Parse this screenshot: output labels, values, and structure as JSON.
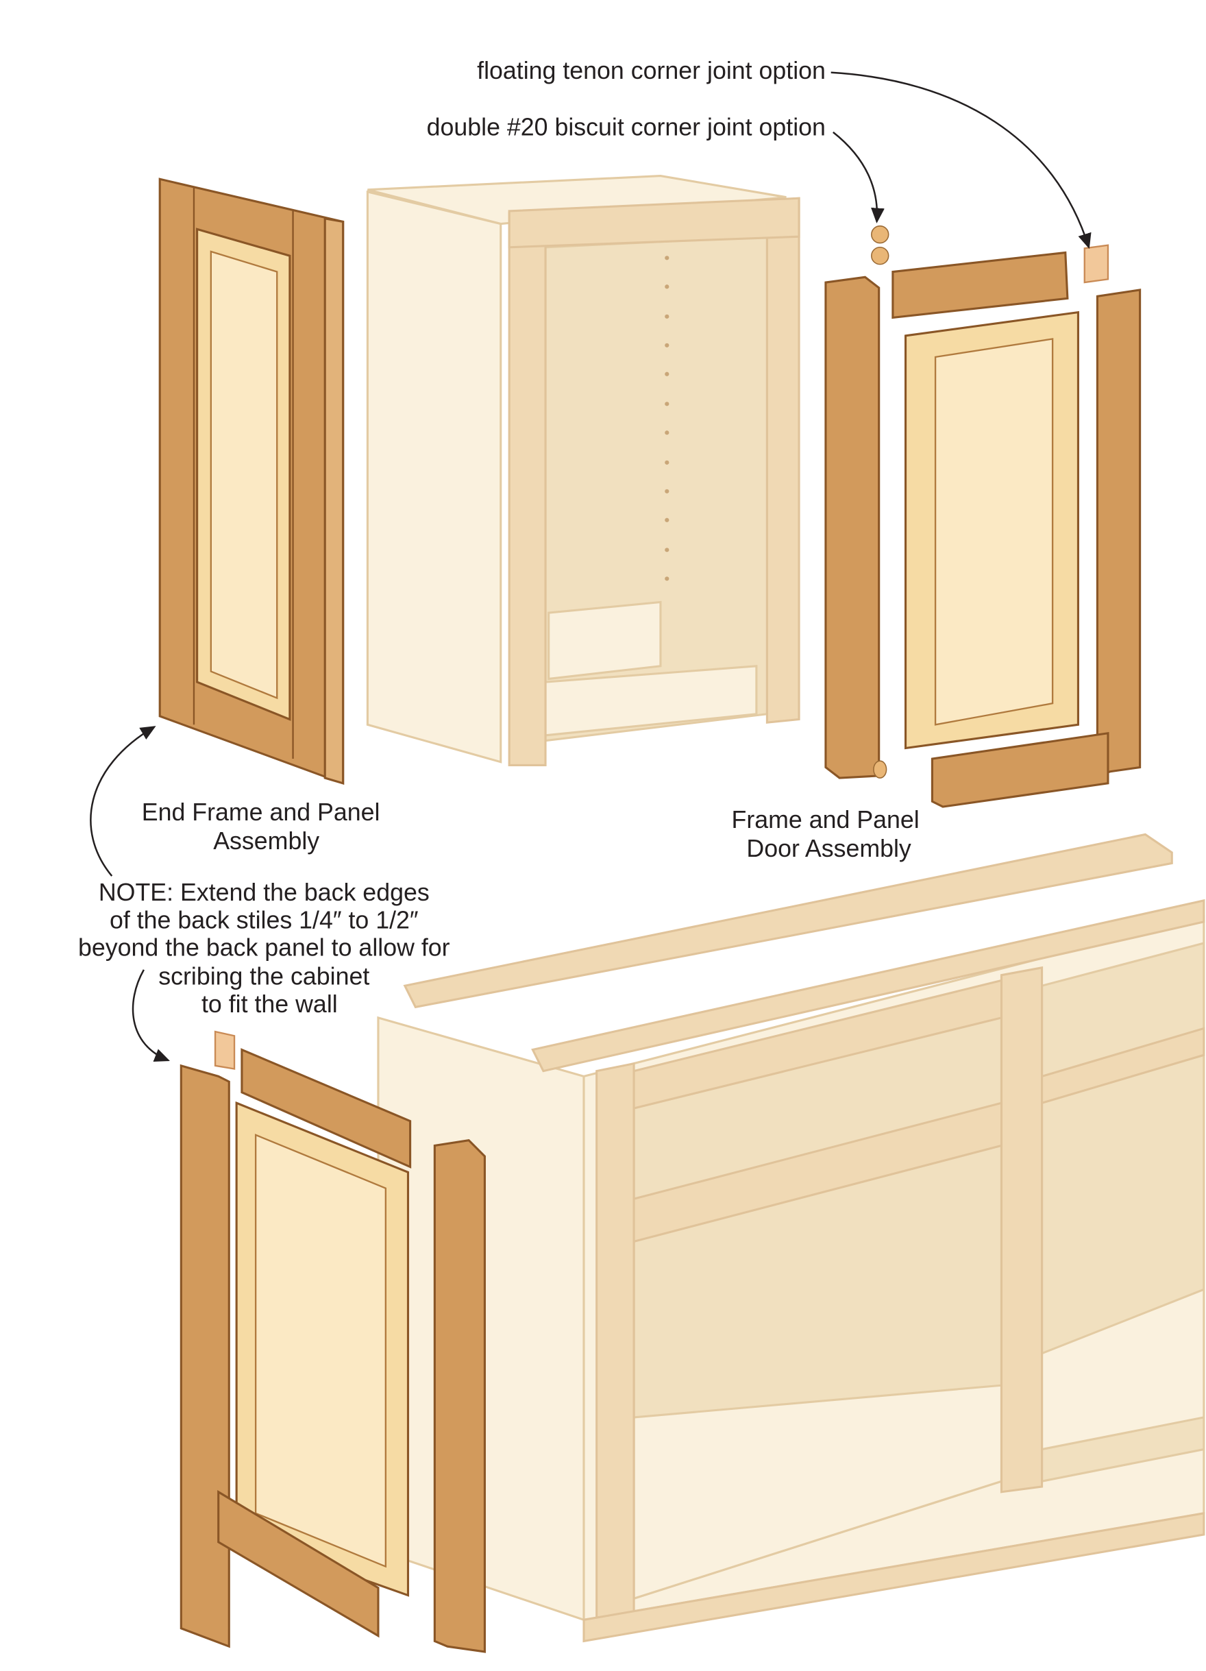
{
  "labels": {
    "floating_tenon": "floating tenon corner joint option",
    "biscuit": "double #20 biscuit corner joint option",
    "end_frame": [
      "End Frame and Panel",
      "Assembly"
    ],
    "door_assembly": [
      "Frame and Panel",
      "Door Assembly"
    ],
    "note": [
      "NOTE: Extend the back edges",
      "of the back stiles 1/4″ to 1/2″",
      "beyond the back panel to allow for",
      "scribing the cabinet",
      "to fit the wall"
    ]
  },
  "colors": {
    "wood": "#d29a5c",
    "panel": "#f6dba4",
    "cabinet": "#faf1de",
    "text": "#231f20"
  }
}
